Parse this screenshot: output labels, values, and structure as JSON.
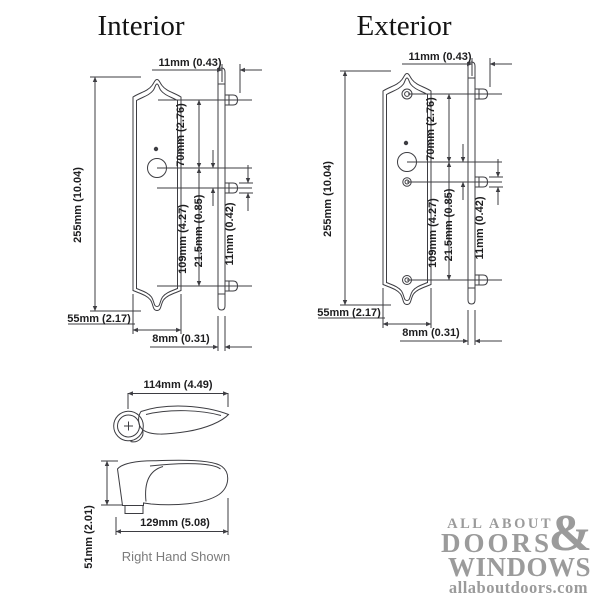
{
  "panels": {
    "interior": {
      "title": "Interior"
    },
    "exterior": {
      "title": "Exterior"
    }
  },
  "dimensions": {
    "stud_protrusion": "11mm (0.43)",
    "plate_height": "255mm (10.04)",
    "top_to_cylinder": "70mm (2.76)",
    "cylinder_to_bottom": "109mm (4.27)",
    "cylinder_to_latch": "21.5mm (0.85)",
    "stud_height": "11mm (0.42)",
    "plate_width": "55mm (2.17)",
    "plate_thickness": "8mm (0.31)"
  },
  "handle": {
    "top_view_length": "114mm (4.49)",
    "side_view_length": "129mm (5.08)",
    "side_view_height": "51mm (2.01)",
    "caption": "Right Hand Shown"
  },
  "logo": {
    "line1": "ALL ABOUT",
    "ampersand": "&",
    "line2": "DOORS",
    "line3": "WINDOWS",
    "website": "allaboutdoors.com"
  },
  "colors": {
    "line": "#3d3d42",
    "label": "#1d1d1f",
    "logo_gray": "#9b9b9b",
    "caption_gray": "#7c7c7c",
    "background": "#ffffff"
  }
}
